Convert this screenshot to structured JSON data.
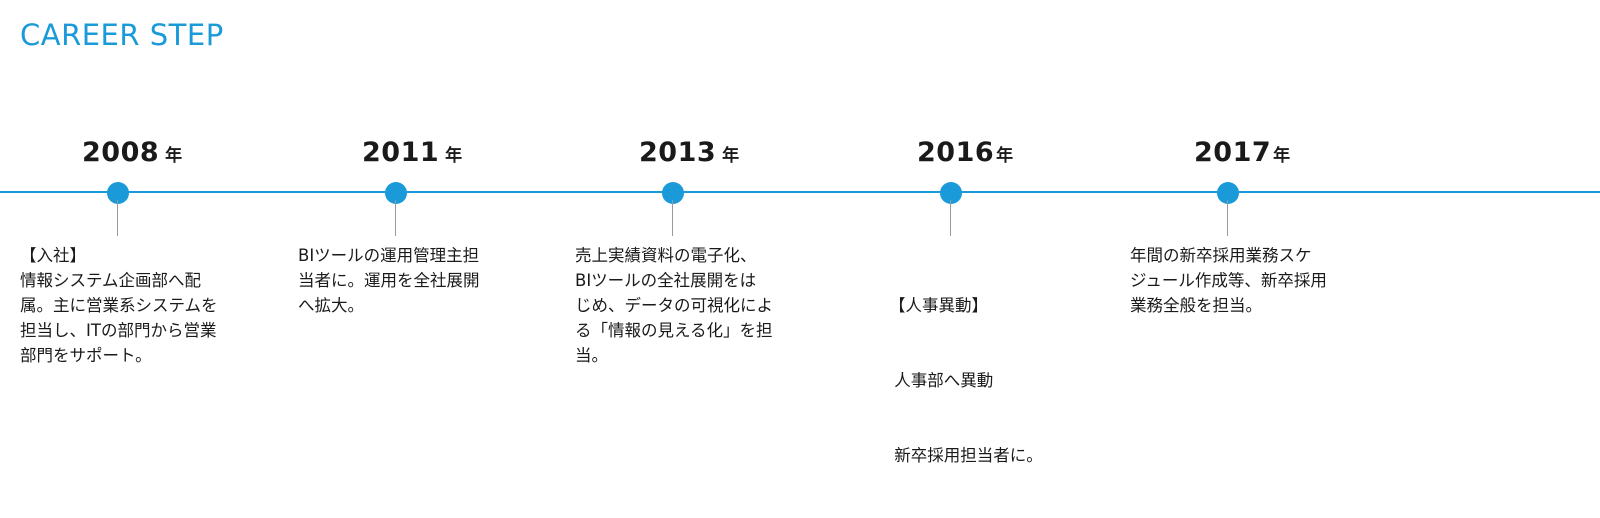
{
  "title": "CAREER STEP",
  "colors": {
    "accent": "#1a9ad9",
    "text": "#1a1a1a",
    "stem": "#9a9a9a"
  },
  "milestones": [
    {
      "year": "2008",
      "unit": "年",
      "lines": [
        "【入社】",
        "情報システム企画部へ配",
        "属。主に営業系システムを",
        "担当し、ITの部門から営業",
        "部門をサポート。"
      ]
    },
    {
      "year": "2011",
      "unit": "年",
      "lines": [
        "BIツールの運用管理主担",
        "当者に。運用を全社展開",
        "へ拡大。"
      ]
    },
    {
      "year": "2013",
      "unit": "年",
      "lines": [
        "売上実績資料の電子化、",
        "BIツールの全社展開をは",
        "じめ、データの可視化によ",
        "る「情報の見える化」を担",
        "当。"
      ]
    },
    {
      "year": "2016",
      "unit": "年",
      "lines": [
        "【人事異動】",
        " 人事部へ異動",
        " 新卒採用担当者に。"
      ]
    },
    {
      "year": "2017",
      "unit": "年",
      "lines": [
        "年間の新卒採用業務スケ",
        "ジュール作成等、新卒採用",
        "業務全般を担当。"
      ]
    }
  ]
}
